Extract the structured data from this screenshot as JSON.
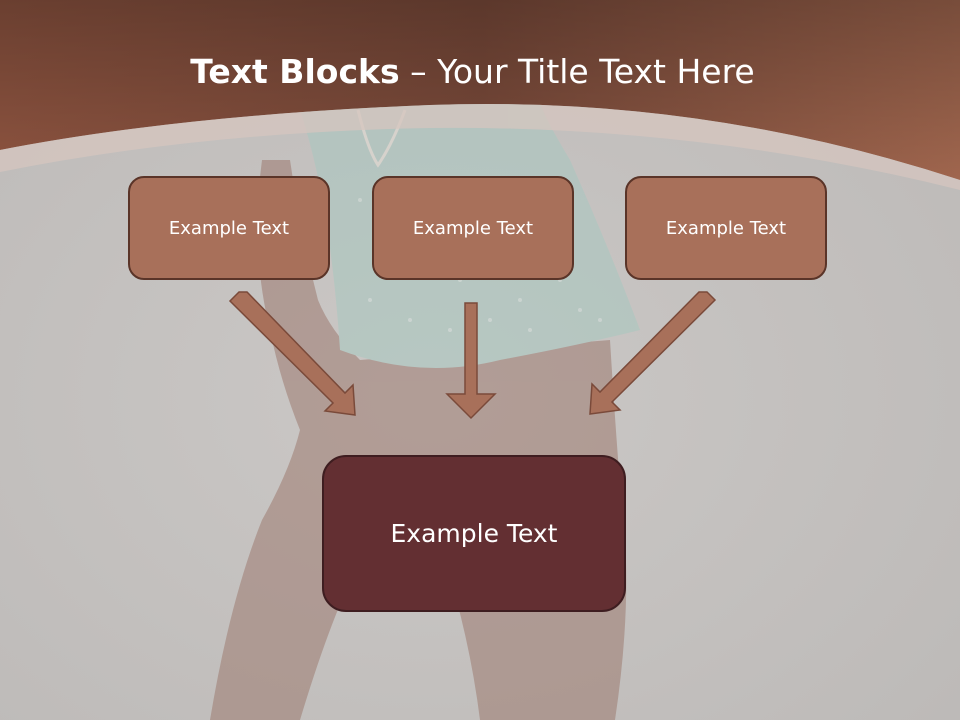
{
  "slide": {
    "title_bold": "Text Blocks",
    "title_sep": " – ",
    "title_rest": "Your Title Text Here"
  },
  "top_blocks": [
    {
      "label": "Example Text"
    },
    {
      "label": "Example Text"
    },
    {
      "label": "Example Text"
    }
  ],
  "bottom_block": {
    "label": "Example Text"
  },
  "colors": {
    "header_brown": "#9a5e48",
    "block_fill": "#a8705a",
    "block_border": "#5a3428",
    "bottom_fill": "#632f32",
    "arrow_fill": "#a8705a",
    "background": "#c4c2c0"
  }
}
